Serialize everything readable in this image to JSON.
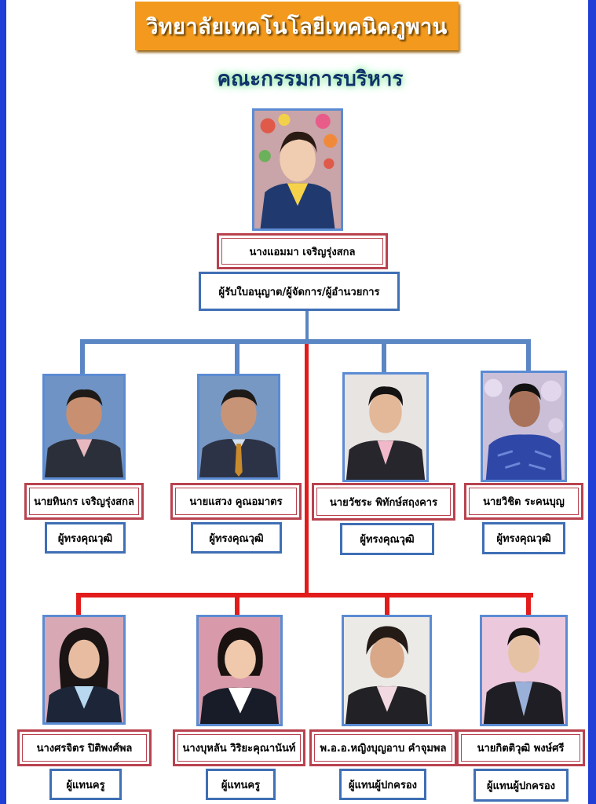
{
  "header": {
    "college_name": "วิทยาลัยเทคโนโลยีเทคนิคภูพาน",
    "committee_title": "คณะกรรมการบริหาร"
  },
  "top": {
    "name": "นางแอมมา  เจริญรุ่งสกล",
    "role": "ผู้รับใบอนุญาต/ผู้จัดการ/ผู้อำนวยการ"
  },
  "row1": [
    {
      "name": "นายทินกร  เจริญรุ่งสกล",
      "role": "ผู้ทรงคุณวุฒิ"
    },
    {
      "name": "นายแสวง  คูณอมาตร",
      "role": "ผู้ทรงคุณวุฒิ"
    },
    {
      "name": "นายวัชระ  พิทักษ์สฤงคาร",
      "role": "ผู้ทรงคุณวุฒิ"
    },
    {
      "name": "นายวิชิต  ระคนบุญ",
      "role": "ผู้ทรงคุณวุฒิ"
    }
  ],
  "row2": [
    {
      "name": "นางศรจิตร  ปิติพงศ์พล",
      "role": "ผู้แทนครู"
    },
    {
      "name": "นางบุหลัน  วิริยะคุณานันท์",
      "role": "ผู้แทนครู"
    },
    {
      "name": "พ.อ.อ.หญิงบุญอาบ  คำจุมพล",
      "role": "ผู้แทนผู้ปกครอง"
    },
    {
      "name": "นายกิตติวุฒิ  พงษ์ศรี",
      "role": "ผู้แทนผู้ปกครอง"
    }
  ],
  "colors": {
    "frame": "#1f3fd6",
    "banner": "#f39a1e",
    "blue_line": "#5b86c4",
    "red_line": "#e21b1b",
    "name_border": "#b9424f",
    "role_border": "#3f6fb5"
  }
}
